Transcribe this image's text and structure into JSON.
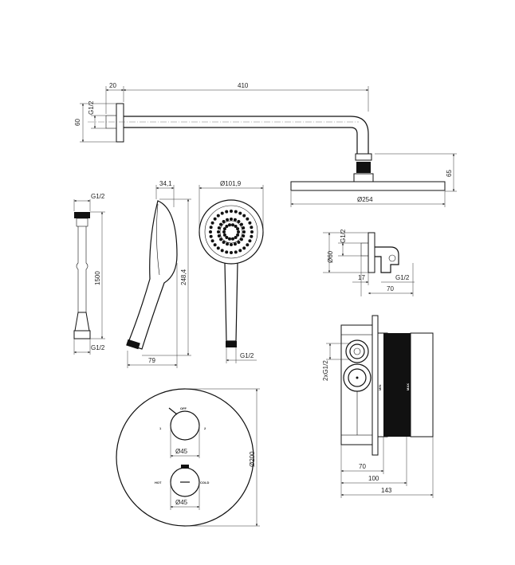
{
  "shower_arm": {
    "dim_offset": "20",
    "dim_length": "410",
    "dim_height": "60",
    "dim_thread": "G1/2"
  },
  "overhead_shower": {
    "dim_height": "65",
    "dim_diameter": "Ø254"
  },
  "hose": {
    "dim_thread_top": "G1/2",
    "dim_length": "1500",
    "dim_thread_bottom": "G1/2"
  },
  "hand_shower_side": {
    "dim_thickness": "34,1",
    "dim_length": "248,4",
    "dim_width": "79"
  },
  "hand_shower_front": {
    "dim_diameter": "Ø101,9",
    "dim_thread": "G1/2"
  },
  "wall_outlet": {
    "dim_thread": "G1/2",
    "dim_diameter": "Ø60",
    "dim_depth": "17",
    "dim_thread_bottom": "G1/2",
    "dim_length": "70"
  },
  "trim_plate": {
    "dim_diameter": "Ø200",
    "diverter": {
      "label_off": "OFF",
      "label_1": "1",
      "label_2": "2",
      "dim": "Ø45"
    },
    "thermostat": {
      "label_hot": "HOT",
      "label_cold": "COLD",
      "dim": "Ø45"
    }
  },
  "valve_box": {
    "dim_thread": "2xG1/2",
    "label_min": "MIN",
    "label_max": "MAX",
    "dim_70": "70",
    "dim_100": "100",
    "dim_143": "143"
  }
}
